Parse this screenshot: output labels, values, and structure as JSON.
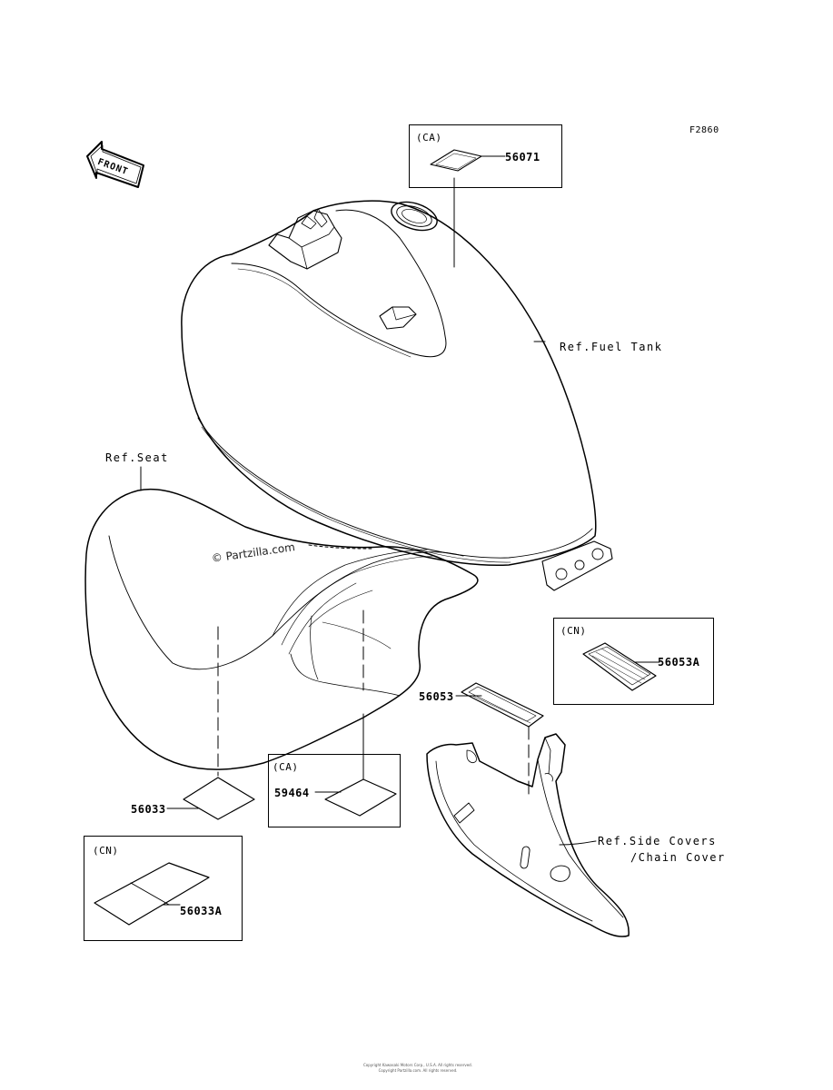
{
  "figure_id": "F2860",
  "front_badge": "FRONT",
  "watermark": "© Partzilla.com",
  "copyright_line1": "Copyright Kawasaki Motors Corp., U.S.A. All rights reserved.",
  "copyright_line2": "Copyright Partzilla.com. All rights reserved.",
  "references": {
    "fuel_tank": "Ref.Fuel Tank",
    "seat": "Ref.Seat",
    "side_covers_line1": "Ref.Side Covers",
    "side_covers_line2": "/Chain Cover"
  },
  "callout_boxes": [
    {
      "region": "(CA)",
      "part_number": "56071"
    },
    {
      "region": "(CN)",
      "part_number": "56053A"
    },
    {
      "region": "(CA)",
      "part_number": "59464"
    },
    {
      "region": "(CN)",
      "part_number": "56033A"
    }
  ],
  "parts": {
    "label_56053": "56053",
    "label_56033": "56033"
  }
}
